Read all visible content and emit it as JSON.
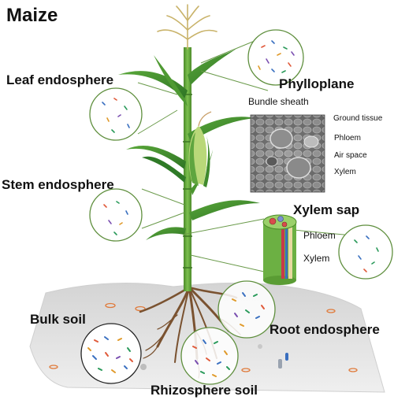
{
  "title": "Maize",
  "compartments": {
    "leaf_endosphere": "Leaf endosphere",
    "phylloplane": "Phylloplane",
    "stem_endosphere": "Stem endosphere",
    "xylem_sap": "Xylem sap",
    "bulk_soil": "Bulk soil",
    "root_endosphere": "Root endosphere",
    "rhizosphere_soil": "Rhizosphere soil"
  },
  "micrograph": {
    "bundle_sheath": "Bundle sheath",
    "ground_tissue": "Ground tissue",
    "phloem": "Phloem",
    "air_space": "Air space",
    "xylem": "Xylem"
  },
  "stem_section": {
    "phloem": "Phloem",
    "xylem": "Xylem"
  },
  "colors": {
    "leaf": "#3d8b2f",
    "leaf_light": "#6cb043",
    "stem": "#5a9c34",
    "root": "#7a5230",
    "soil": "#e3e3e3",
    "circle_border": "#5f8f3e",
    "bulk_circle_border": "#222222"
  }
}
